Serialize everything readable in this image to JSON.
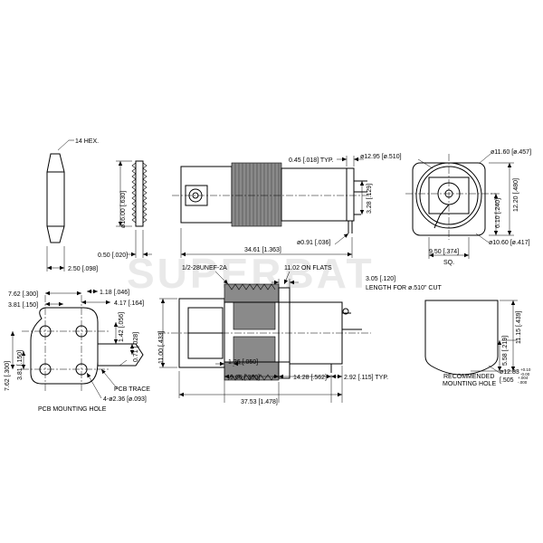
{
  "watermark": "SUPERBAT",
  "nut": {
    "hex_label": "14 HEX.",
    "dia_label": "ø16.00 [.630]",
    "thick_label": "2.50 [.098]"
  },
  "side_view": {
    "flange_label": "0.45 [.018] TYP.",
    "pin_height_label": "3.28 [.129]",
    "pin_dia_label": "ø0.91 [.036]",
    "length_label": "34.61 [1.363]"
  },
  "front_view": {
    "outer_dia_label": "ø12.95 [ø.510]",
    "dia2_label": "ø11.60 [ø.457]",
    "height_label": "12.20 [.480]",
    "half_label": "6.10 [.240]",
    "inner_dia_label": "ø10.60 [ø.417]",
    "sq_label": "9.50 [.374]",
    "sq_suffix": "SQ."
  },
  "pcb_layout": {
    "d1_label": "7.62 [.300]",
    "d2_label": "3.81 [.150]",
    "d3_label": "1.18 [.046]",
    "d4_label": "4.17 [.164]",
    "d5_label": "1.42 [.056]",
    "d6_label": "0.71 [.028]",
    "d7_label": "7.62 [.300]",
    "d8_label": "3.81 [.150]",
    "trace_label": "PCB TRACE",
    "holes_label": "4-ø2.36 [ø.093]",
    "title": "PCB MOUNTING HOLE"
  },
  "section_view": {
    "thread_label": "1/2-28UNEF-2A",
    "flats_label": "11.02 ON FLATS",
    "cut_line1": "3.05 [.120]",
    "cut_line2": "LENGTH FOR ø.510\" CUT",
    "height_label": "11.00 [.433]",
    "d126_label": "1.26 [.050]",
    "d966_label": "9.66 [.380]",
    "d1428_label": "14.28 [.562]",
    "d292_label": "2.92 [.115] TYP.",
    "total_label": "37.53 [1.478]"
  },
  "mounting_hole": {
    "height1_label": "11.15 [.439]",
    "height2_label": "5.58 [.219]",
    "dia_label": "ø12.83",
    "dia_tol_plus": "+0.10",
    "dia_tol_minus": "-0.00",
    "dia_inch_label": "[.505",
    "dia_inch_tol_plus": "+.004",
    "dia_inch_tol_minus": "-.000",
    "title_line1": "RECOMMENDED",
    "title_line2": "MOUNTING HOLE"
  }
}
